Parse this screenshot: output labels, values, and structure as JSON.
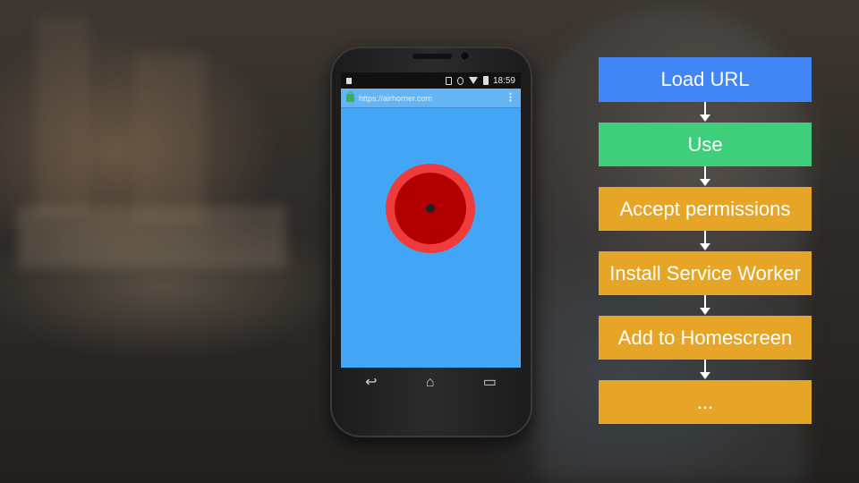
{
  "phone": {
    "status_time": "18:59",
    "url": "https://airhorner.com",
    "menu_icon": "⋮",
    "nav": {
      "back_icon": "↩",
      "home_icon": "⌂",
      "recents_icon": "▭"
    }
  },
  "flow": {
    "steps": [
      {
        "label": "Load URL",
        "color": "#4285f4"
      },
      {
        "label": "Use",
        "color": "#3fcf7b"
      },
      {
        "label": "Accept permissions",
        "color": "#e7a527"
      },
      {
        "label": "Install Service Worker",
        "color": "#e7a527"
      },
      {
        "label": "Add to Homescreen",
        "color": "#e7a527"
      },
      {
        "label": "...",
        "color": "#e7a527"
      }
    ]
  },
  "colors": {
    "screen_bg": "#42a5f5",
    "horn_outer": "#ef3b3b",
    "horn_inner": "#b20000"
  }
}
